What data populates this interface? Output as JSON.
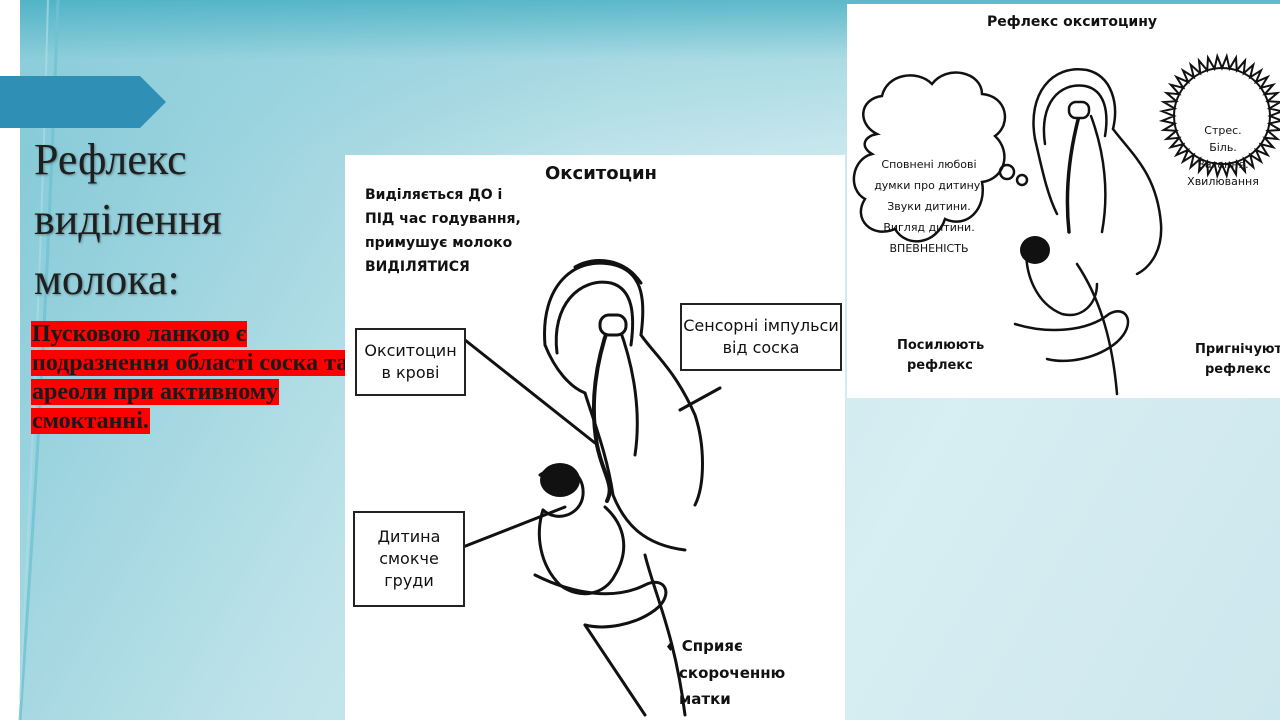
{
  "slide": {
    "title": "Рефлекс виділення молока:",
    "highlight_text": "Пусковою ланкою є подразнення області соска та ареоли при активному смоктанні."
  },
  "center_diagram": {
    "heading": "Окситоцин",
    "note_lines": [
      "Виділяється ДО і",
      "ПІД час годування,",
      "примушує молоко",
      "ВИДІЛЯТИСЯ"
    ],
    "box_blood": [
      "Окситоцин",
      "в крові"
    ],
    "box_impulses": [
      "Сенсорні імпульси",
      "від соска"
    ],
    "box_baby": [
      "Дитина",
      "смокче",
      "груди"
    ],
    "bullet": "♦",
    "uterus_note": [
      "Сприяє",
      "скороченню",
      "матки"
    ]
  },
  "right_diagram": {
    "heading": "Рефлекс окситоцину",
    "cloud_lines": [
      "Сповнені любові",
      "думки про дитину.",
      "Звуки дитини.",
      "Вигляд дитини.",
      "ВПЕВНЕНІСТЬ"
    ],
    "burst_lines": [
      "Стрес.",
      "Біль.",
      "Вагання.",
      "Хвилювання"
    ],
    "enhance_label": [
      "Посилюють",
      "рефлекс"
    ],
    "inhibit_label": [
      "Пригнічують",
      "рефлекс"
    ]
  },
  "colors": {
    "highlight": "#ff0000",
    "banner": "#2f8fb5",
    "teal": "#4ab0c4"
  }
}
